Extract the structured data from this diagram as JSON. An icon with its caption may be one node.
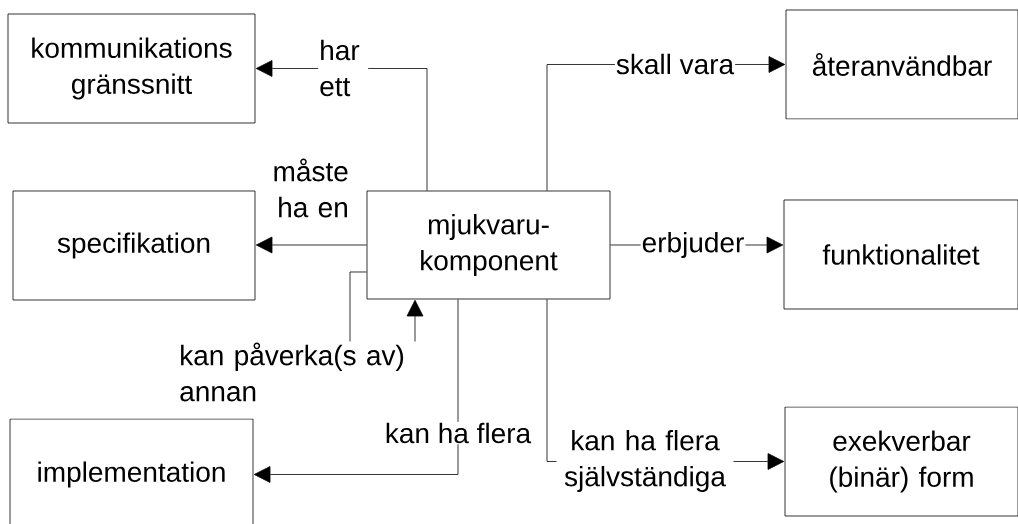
{
  "diagram": {
    "nodes": [
      {
        "text": [
          "kommunikations gränssnitt"
        ]
      },
      {
        "text": [
          "specifikation"
        ]
      },
      {
        "text": [
          "mjukvaru- komponent"
        ]
      },
      {
        "text": [
          "implementation"
        ]
      },
      {
        "text": [
          "återanvändbar"
        ]
      },
      {
        "text": [
          "funktionalitet"
        ]
      },
      {
        "text": [
          "exekverbar (binär) form"
        ]
      }
    ],
    "edges": [
      {
        "from": 2,
        "to": 0,
        "arrow": "to",
        "label": "har ett"
      },
      {
        "from": 2,
        "to": 1,
        "arrow": "to",
        "label": "måste ha en"
      },
      {
        "from": 2,
        "to": 2,
        "arrow": "to",
        "label": "kan påverka(s av) annan"
      },
      {
        "from": 2,
        "to": 3,
        "arrow": "to",
        "label": "kan ha flera"
      },
      {
        "from": 2,
        "to": 4,
        "arrow": "to",
        "label": "skall vara"
      },
      {
        "from": 2,
        "to": 5,
        "arrow": "to",
        "label": "erbjuder"
      },
      {
        "from": 2,
        "to": 6,
        "arrow": "to",
        "label": "kan ha flera självständiga"
      }
    ]
  }
}
